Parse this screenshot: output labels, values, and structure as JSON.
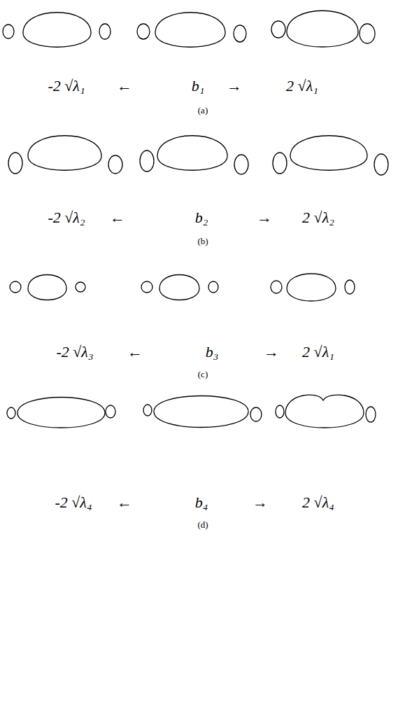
{
  "diagram": {
    "labels": [
      "-2 √λ₁",
      "←",
      "b₁",
      "→",
      "2 √λ₁",
      "(a)",
      "-2 √λ₂",
      "←",
      "b₂",
      "→",
      "2 √λ₂",
      "(b)",
      "-2 √λ₃",
      "←",
      "b₃",
      "→",
      "2 √λ₁",
      "(c)",
      "-2 √λ₄",
      "←",
      "b₄",
      "→",
      "2 √λ₄",
      "(d)"
    ]
  }
}
